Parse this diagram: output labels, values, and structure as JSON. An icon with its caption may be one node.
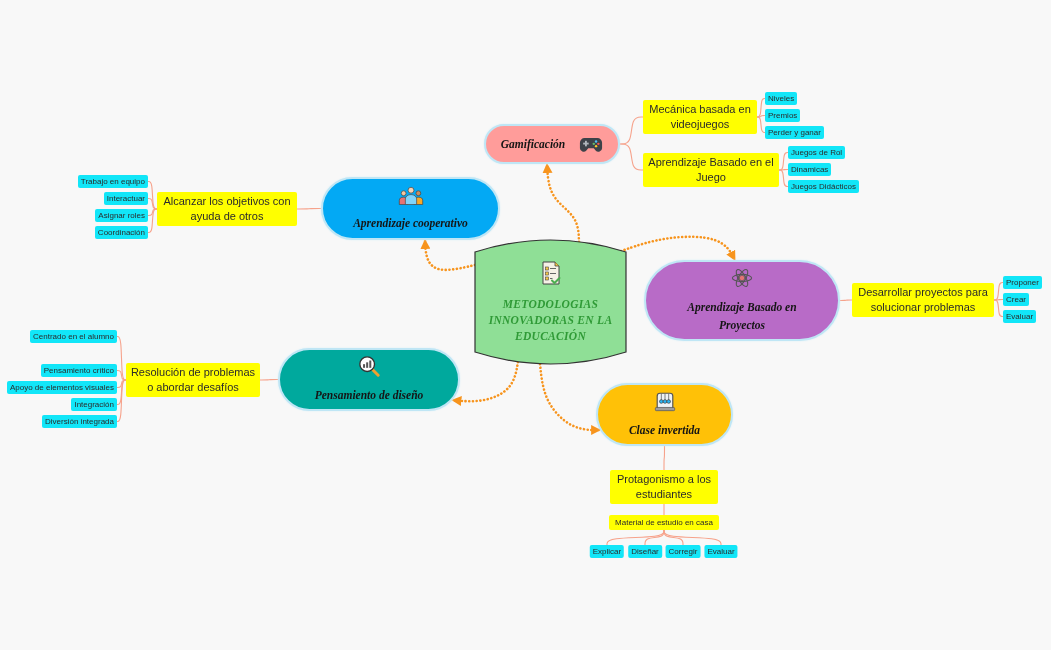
{
  "diagram": {
    "nodes": [
      {
        "text": [
          "METODOLOGIAS INNOVADORAS EN LA EDUCACIÓN"
        ]
      },
      {
        "text": [
          "Gamificación"
        ]
      },
      {
        "text": [
          "Mecánica basada en videojuegos"
        ]
      },
      {
        "text": [
          "Niveles"
        ]
      },
      {
        "text": [
          "Premios"
        ]
      },
      {
        "text": [
          "Perder y ganar"
        ]
      },
      {
        "text": [
          "Aprendizaje Basado en el Juego"
        ]
      },
      {
        "text": [
          "Juegos de Rol"
        ]
      },
      {
        "text": [
          "Dinamicas"
        ]
      },
      {
        "text": [
          "Juegos Didácticos"
        ]
      },
      {
        "text": [
          "Aprendizaje cooperativo"
        ]
      },
      {
        "text": [
          "Alcanzar los objetivos con ayuda de otros"
        ]
      },
      {
        "text": [
          "Trabajo en equipo"
        ]
      },
      {
        "text": [
          "Interactuar"
        ]
      },
      {
        "text": [
          "Asignar roles"
        ]
      },
      {
        "text": [
          "Coordinación"
        ]
      },
      {
        "text": [
          "Aprendizaje Basado en Proyectos"
        ]
      },
      {
        "text": [
          "Desarrollar proyectos para solucionar problemas"
        ]
      },
      {
        "text": [
          "Proponer"
        ]
      },
      {
        "text": [
          "Crear"
        ]
      },
      {
        "text": [
          "Evaluar"
        ]
      },
      {
        "text": [
          "Pensamiento de diseño"
        ]
      },
      {
        "text": [
          "Resolución de problemas o abordar desafíos"
        ]
      },
      {
        "text": [
          "Centrado en el alumno"
        ]
      },
      {
        "text": [
          "Pensamiento crítico"
        ]
      },
      {
        "text": [
          "Apoyo de elementos visuales"
        ]
      },
      {
        "text": [
          "Integración"
        ]
      },
      {
        "text": [
          "Diversión integrada"
        ]
      },
      {
        "text": [
          "Clase invertida"
        ]
      },
      {
        "text": [
          "Protagonismo a los estudiantes"
        ]
      },
      {
        "text": [
          "Material de estudio en casa"
        ]
      },
      {
        "text": [
          "Explicar"
        ]
      },
      {
        "text": [
          "Diseñar"
        ]
      },
      {
        "text": [
          "Corregir"
        ]
      },
      {
        "text": [
          "Evaluar"
        ]
      }
    ],
    "edges": [
      {
        "from": 0,
        "to": 1,
        "arrow": "to",
        "style": "dashed",
        "color": "#f7941d"
      },
      {
        "from": 1,
        "to": 2,
        "arrow": "none"
      },
      {
        "from": 2,
        "to": 3,
        "arrow": "none"
      },
      {
        "from": 2,
        "to": 4,
        "arrow": "none"
      },
      {
        "from": 2,
        "to": 5,
        "arrow": "none"
      },
      {
        "from": 1,
        "to": 6,
        "arrow": "none"
      },
      {
        "from": 6,
        "to": 7,
        "arrow": "none"
      },
      {
        "from": 6,
        "to": 8,
        "arrow": "none"
      },
      {
        "from": 6,
        "to": 9,
        "arrow": "none"
      },
      {
        "from": 0,
        "to": 10,
        "arrow": "to",
        "style": "dashed",
        "color": "#f7941d"
      },
      {
        "from": 10,
        "to": 11,
        "arrow": "none"
      },
      {
        "from": 11,
        "to": 12,
        "arrow": "none"
      },
      {
        "from": 11,
        "to": 13,
        "arrow": "none"
      },
      {
        "from": 11,
        "to": 14,
        "arrow": "none"
      },
      {
        "from": 11,
        "to": 15,
        "arrow": "none"
      },
      {
        "from": 0,
        "to": 16,
        "arrow": "to",
        "style": "dashed",
        "color": "#f7941d"
      },
      {
        "from": 16,
        "to": 17,
        "arrow": "none"
      },
      {
        "from": 17,
        "to": 18,
        "arrow": "none"
      },
      {
        "from": 17,
        "to": 19,
        "arrow": "none"
      },
      {
        "from": 17,
        "to": 20,
        "arrow": "none"
      },
      {
        "from": 0,
        "to": 21,
        "arrow": "to",
        "style": "dashed",
        "color": "#f7941d"
      },
      {
        "from": 21,
        "to": 22,
        "arrow": "none"
      },
      {
        "from": 22,
        "to": 23,
        "arrow": "none"
      },
      {
        "from": 22,
        "to": 24,
        "arrow": "none"
      },
      {
        "from": 22,
        "to": 25,
        "arrow": "none"
      },
      {
        "from": 22,
        "to": 26,
        "arrow": "none"
      },
      {
        "from": 22,
        "to": 27,
        "arrow": "none"
      },
      {
        "from": 0,
        "to": 28,
        "arrow": "to",
        "style": "dashed",
        "color": "#f7941d"
      },
      {
        "from": 28,
        "to": 29,
        "arrow": "none"
      },
      {
        "from": 29,
        "to": 30,
        "arrow": "none"
      },
      {
        "from": 30,
        "to": 31,
        "arrow": "none"
      },
      {
        "from": 30,
        "to": 32,
        "arrow": "none"
      },
      {
        "from": 30,
        "to": 33,
        "arrow": "none"
      },
      {
        "from": 30,
        "to": 34,
        "arrow": "none"
      }
    ]
  }
}
